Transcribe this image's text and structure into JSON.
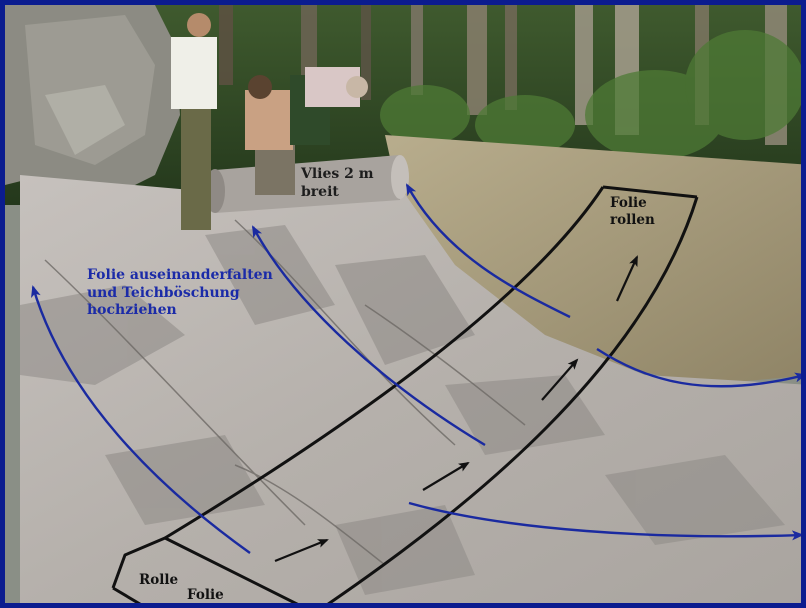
{
  "labels": {
    "spread_instruction": "Folie auseinanderfalten\nund Teichböschung\nhochziehen",
    "fleece_width": "Vlies 2 m\nbreit",
    "roll_foil": "Folie\nrollen",
    "roll": "Rolle",
    "foil": "Folie"
  },
  "colors": {
    "frame": "#0b1c8f",
    "arrow_blue": "#1a2aa0",
    "outline_black": "#111111",
    "fleece": "#b9b4b0",
    "gravel": "#a99b78",
    "forest": "#2d4a24"
  }
}
